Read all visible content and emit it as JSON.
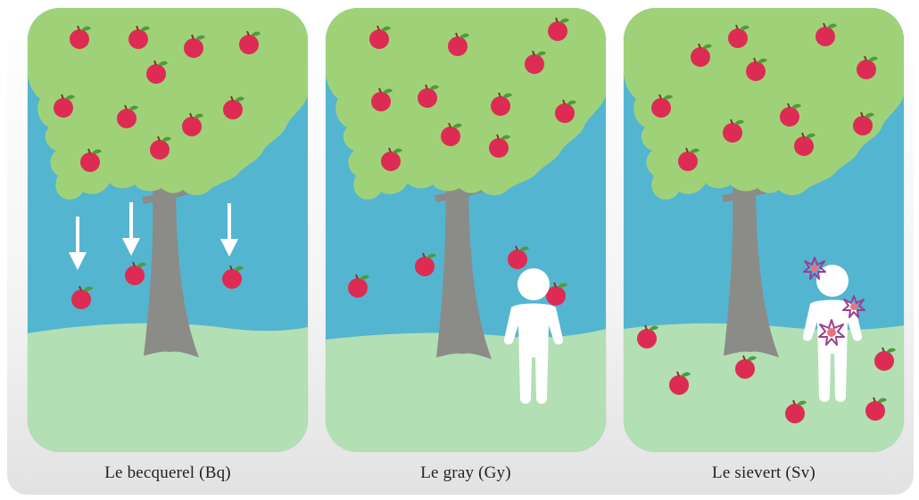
{
  "panels": [
    {
      "id": "becquerel",
      "caption": "Le becquerel (Bq)"
    },
    {
      "id": "gray",
      "caption": "Le gray (Gy)"
    },
    {
      "id": "sievert",
      "caption": "Le sievert (Sv)"
    }
  ],
  "colors": {
    "sky": "#54b5d1",
    "foliage": "#9fd278",
    "grass": "#b2dfb3",
    "trunk": "#8b8b88",
    "apple": "#de2b54",
    "apple_leaf": "#4f9b3c",
    "person": "#ffffff",
    "arrow": "#ffffff",
    "radiation_burst": "#9b3f93"
  },
  "icons": [
    "apple-icon",
    "down-arrow-icon",
    "person-icon",
    "radiation-burst-icon",
    "tree-icon"
  ]
}
